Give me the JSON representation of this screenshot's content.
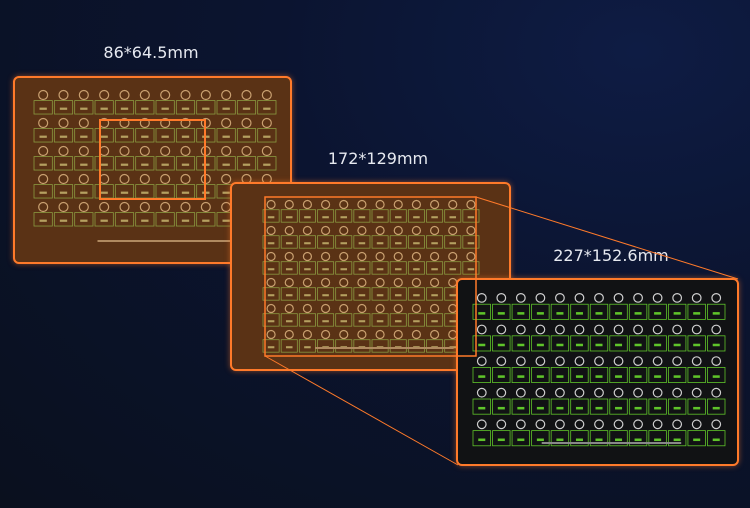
{
  "fields_of_view": [
    {
      "label": "86*64.5mm",
      "rows": 5,
      "cols": 12,
      "tone": "orange"
    },
    {
      "label": "172*129mm",
      "rows": 6,
      "cols": 12,
      "tone": "orange"
    },
    {
      "label": "227*152.6mm",
      "rows": 5,
      "cols": 13,
      "tone": "dark"
    }
  ],
  "colors": {
    "accent": "#ff7a2a",
    "detection_box": "#5fc42a",
    "background": "#0b1430"
  }
}
